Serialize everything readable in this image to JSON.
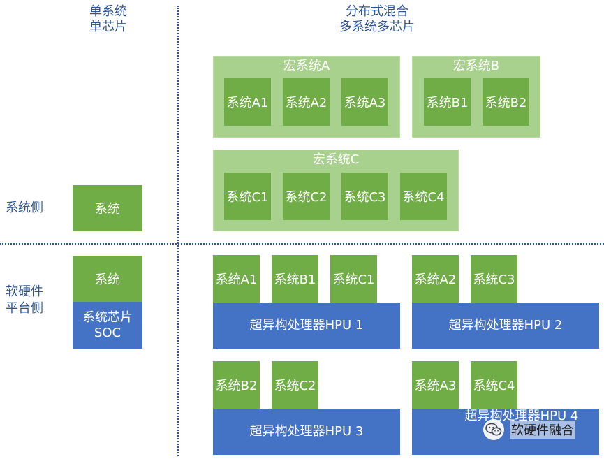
{
  "headers": {
    "left": [
      "单系统",
      "单芯片"
    ],
    "right": [
      "分布式混合",
      "多系统多芯片"
    ]
  },
  "side_labels": {
    "system": "系统侧",
    "platform": [
      "软硬件",
      "平台侧"
    ]
  },
  "macros": {
    "A": {
      "title": "宏系统A",
      "items": [
        "系统A1",
        "系统A2",
        "系统A3"
      ]
    },
    "B": {
      "title": "宏系统B",
      "items": [
        "系统B1",
        "系统B2"
      ]
    },
    "C": {
      "title": "宏系统C",
      "items": [
        "系统C1",
        "系统C2",
        "系统C3",
        "系统C4"
      ]
    }
  },
  "single": {
    "system_top": "系统",
    "system_bottom": "系统",
    "soc": [
      "系统芯片",
      "SOC"
    ]
  },
  "hpus": [
    {
      "label": "超异构处理器HPU 1",
      "systems": [
        "系统A1",
        "系统B1",
        "系统C1"
      ]
    },
    {
      "label": "超异构处理器HPU 2",
      "systems": [
        "系统A2",
        "系统C3"
      ]
    },
    {
      "label": "超异构处理器HPU 3",
      "systems": [
        "系统B2",
        "系统C2"
      ]
    },
    {
      "label": "超异构处理器HPU 4",
      "systems": [
        "系统A3",
        "系统C4"
      ]
    }
  ],
  "watermark": "软硬件融合",
  "colors": {
    "green": "#70ad47",
    "light_green": "#a9d18e",
    "blue": "#4472c4",
    "text_blue": "#2f5597"
  }
}
